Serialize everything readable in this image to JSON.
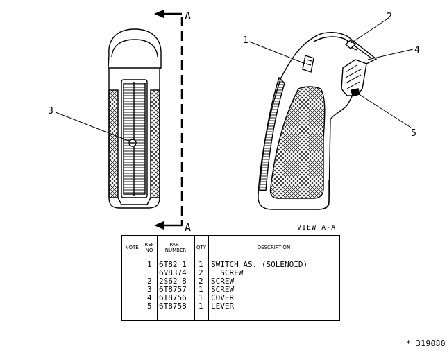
{
  "section": {
    "label": "A"
  },
  "callouts": [
    "1",
    "2",
    "3",
    "4",
    "5"
  ],
  "view_label": "VIEW A-A",
  "parts_table": {
    "headers": {
      "note": "NOTE",
      "ref_no_line1": "REF",
      "ref_no_line2": "NO",
      "part_line1": "PART",
      "part_line2": "NUMBER",
      "qty": "QTY",
      "description": "DESCRIPTION"
    },
    "rows": [
      {
        "ref": "1",
        "part": "6T82 1",
        "qty": "1",
        "description": "SWITCH AS. (SOLENOID)"
      },
      {
        "ref": "",
        "part": "6V8374",
        "qty": "2",
        "description": "  SCREW"
      },
      {
        "ref": "2",
        "part": "2S62 8",
        "qty": "2",
        "description": "SCREW"
      },
      {
        "ref": "3",
        "part": "6T8757",
        "qty": "1",
        "description": "SCREW"
      },
      {
        "ref": "4",
        "part": "6T8756",
        "qty": "1",
        "description": "COVER"
      },
      {
        "ref": "5",
        "part": "6T8758",
        "qty": "1",
        "description": "LEVER"
      }
    ]
  },
  "catalog_number": "* 319080"
}
